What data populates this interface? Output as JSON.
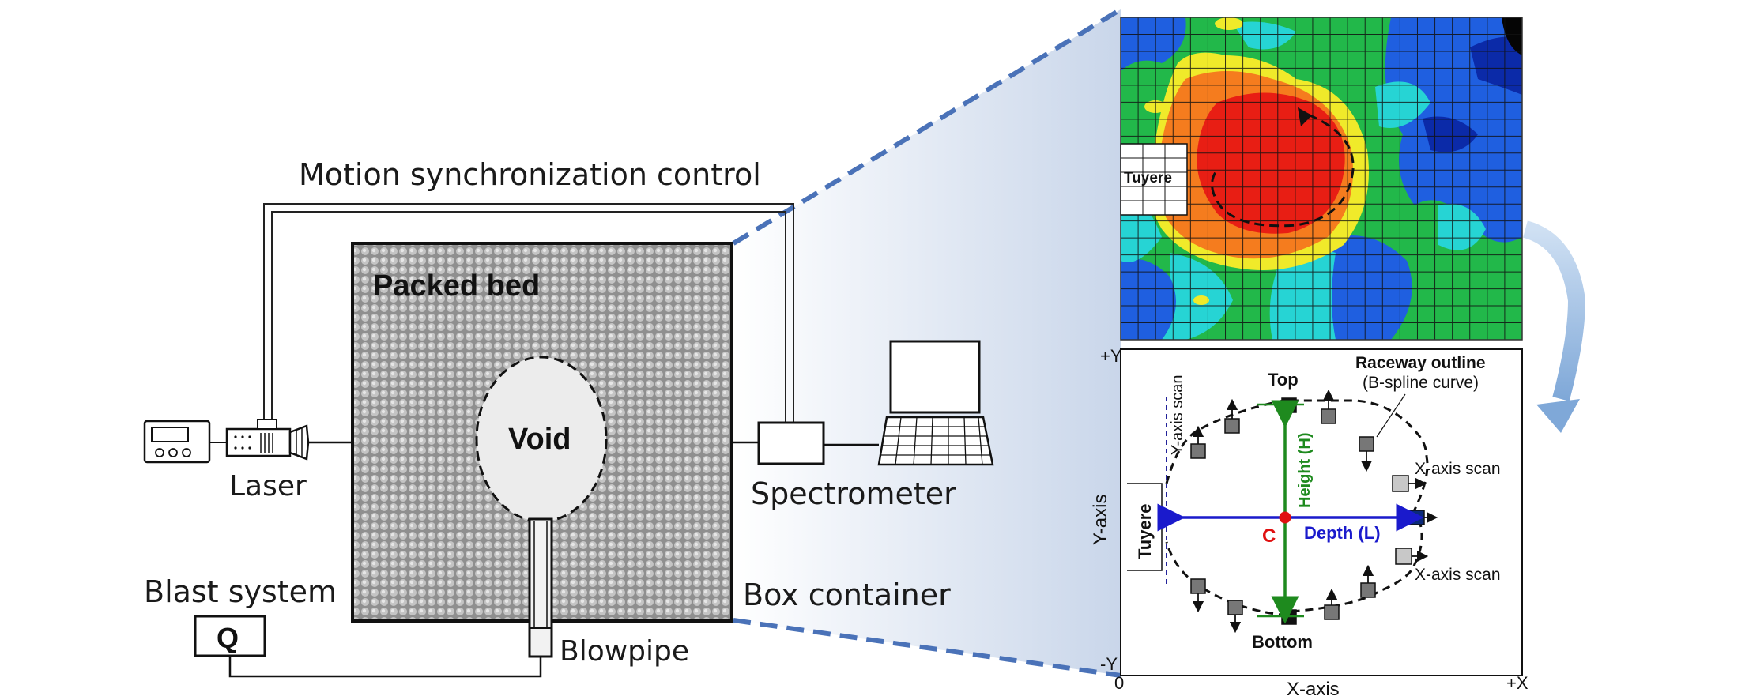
{
  "left": {
    "motion_label": "Motion synchronization control",
    "packed_bed_label": "Packed bed",
    "void_label": "Void",
    "laser_label": "Laser",
    "spectrometer_label": "Spectrometer",
    "blast_label": "Blast system",
    "q_label": "Q",
    "box_label": "Box container",
    "blowpipe_label": "Blowpipe"
  },
  "contour": {
    "tuyere_label": "Tuyere"
  },
  "schematic": {
    "plus_y": "+Y",
    "minus_y": "-Y",
    "zero": "0",
    "plus_x": "+X",
    "x_axis": "X-axis",
    "y_axis": "Y-axis",
    "y_axis_scan": "Y-axis scan",
    "tuyere": "Tuyere",
    "top": "Top",
    "bottom": "Bottom",
    "raceway_title": "Raceway outline",
    "raceway_sub": "(B-spline curve)",
    "x_scan_top": "X-axis scan",
    "x_scan_bottom": "X-axis scan",
    "height_label": "Height (H)",
    "depth_label": "Depth (L)",
    "center_label": "C"
  },
  "colors": {
    "depth": "#1a1acc",
    "height": "#1e8a1e",
    "center": "#e01010",
    "dashed_zoom": "#4a72b8"
  }
}
